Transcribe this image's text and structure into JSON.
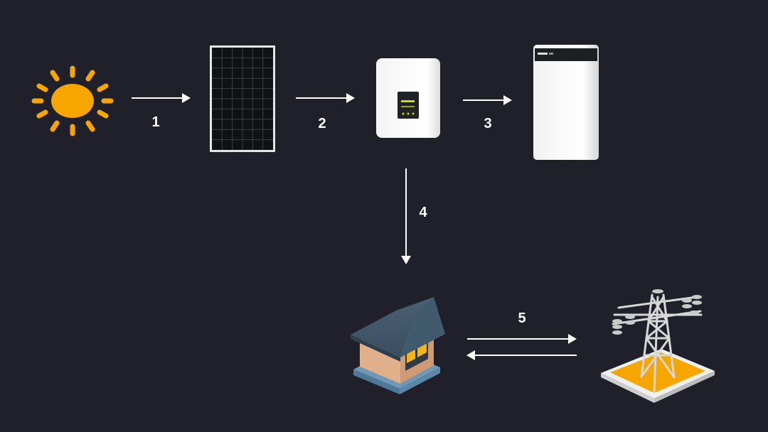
{
  "diagram": {
    "background": "#1f2029",
    "nodes": [
      {
        "id": "sun",
        "icon": "sun-icon",
        "color": "#f7a600"
      },
      {
        "id": "solar_panel",
        "icon": "solar-panel-icon"
      },
      {
        "id": "inverter",
        "icon": "inverter-icon",
        "display_color": "#c8e000"
      },
      {
        "id": "battery",
        "icon": "battery-storage-icon"
      },
      {
        "id": "house",
        "icon": "house-icon"
      },
      {
        "id": "power_grid",
        "icon": "transmission-tower-icon",
        "color": "#f7a600"
      }
    ],
    "steps": [
      {
        "label": "1",
        "from": "sun",
        "to": "solar_panel"
      },
      {
        "label": "2",
        "from": "solar_panel",
        "to": "inverter"
      },
      {
        "label": "3",
        "from": "inverter",
        "to": "battery"
      },
      {
        "label": "4",
        "from": "inverter",
        "to": "house"
      },
      {
        "label": "5",
        "from": "house",
        "to": "power_grid",
        "bidirectional": true
      }
    ]
  }
}
